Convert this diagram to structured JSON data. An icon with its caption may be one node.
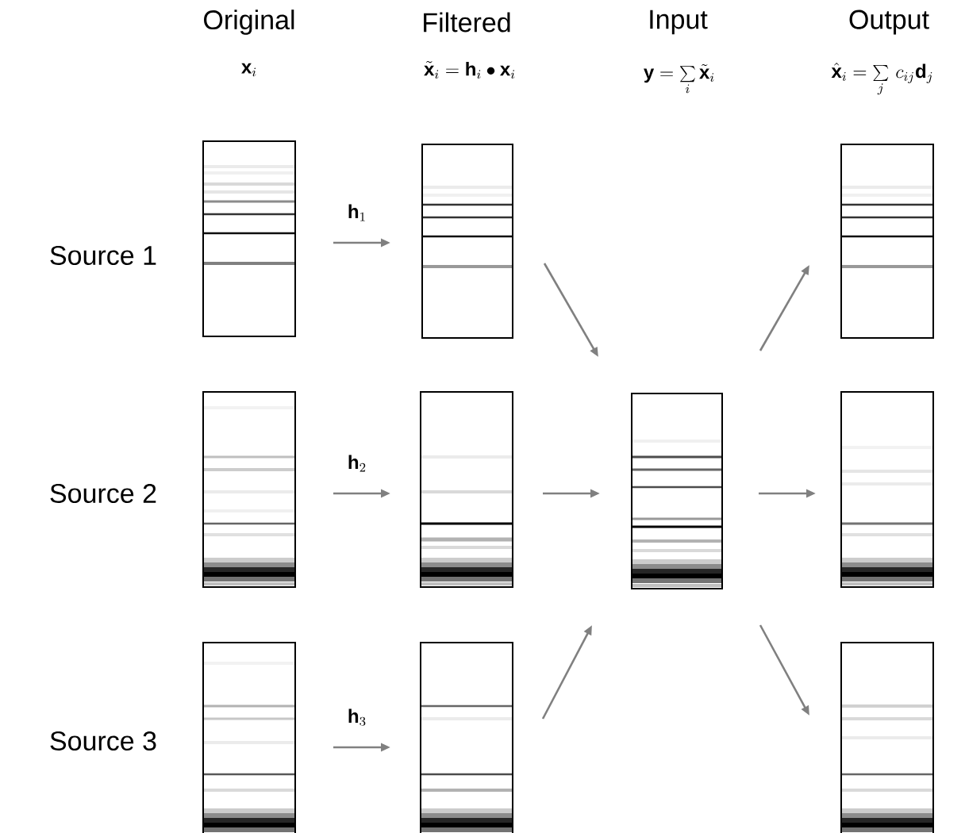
{
  "diagram": {
    "nodes": [
      {
        "text": [],
        "shape": "box"
      },
      {
        "text": [],
        "shape": "box"
      },
      {
        "text": [],
        "shape": "box"
      },
      {
        "text": [],
        "shape": "box"
      },
      {
        "text": [],
        "shape": "box"
      },
      {
        "text": [],
        "shape": "box"
      },
      {
        "text": [],
        "shape": "box"
      },
      {
        "text": [],
        "shape": "box"
      },
      {
        "text": [],
        "shape": "box"
      },
      {
        "text": [],
        "shape": "box"
      }
    ],
    "edges": [
      {
        "from": 0,
        "to": 1,
        "arrow": "to",
        "label": "\\mathbf{h}_1"
      },
      {
        "from": 3,
        "to": 4,
        "arrow": "to",
        "label": "\\mathbf{h}_2"
      },
      {
        "from": 7,
        "to": 8,
        "arrow": "to",
        "label": "\\mathbf{h}_3"
      },
      {
        "from": 1,
        "to": 5,
        "arrow": "to"
      },
      {
        "from": 4,
        "to": 5,
        "arrow": "to"
      },
      {
        "from": 8,
        "to": 5,
        "arrow": "to"
      },
      {
        "from": 5,
        "to": 2,
        "arrow": "to"
      },
      {
        "from": 5,
        "to": 6,
        "arrow": "to"
      },
      {
        "from": 5,
        "to": 9,
        "arrow": "to"
      }
    ],
    "labels": [
      "Original",
      "Filtered",
      "Input",
      "Output",
      "\\mathbf{x}_i",
      "\\tilde{\\mathbf{x}}_i = \\mathbf{h}_i \\bullet \\mathbf{x}_i",
      "\\mathbf{y} = \\sum\\limits_i \\tilde{\\mathbf{x}}_i",
      "\\hat{\\mathbf{x}}_i = \\sum\\limits_j \\, c_{ij}\\mathbf{d}_j",
      "Source 1",
      "Source 2",
      "Source 3"
    ]
  }
}
